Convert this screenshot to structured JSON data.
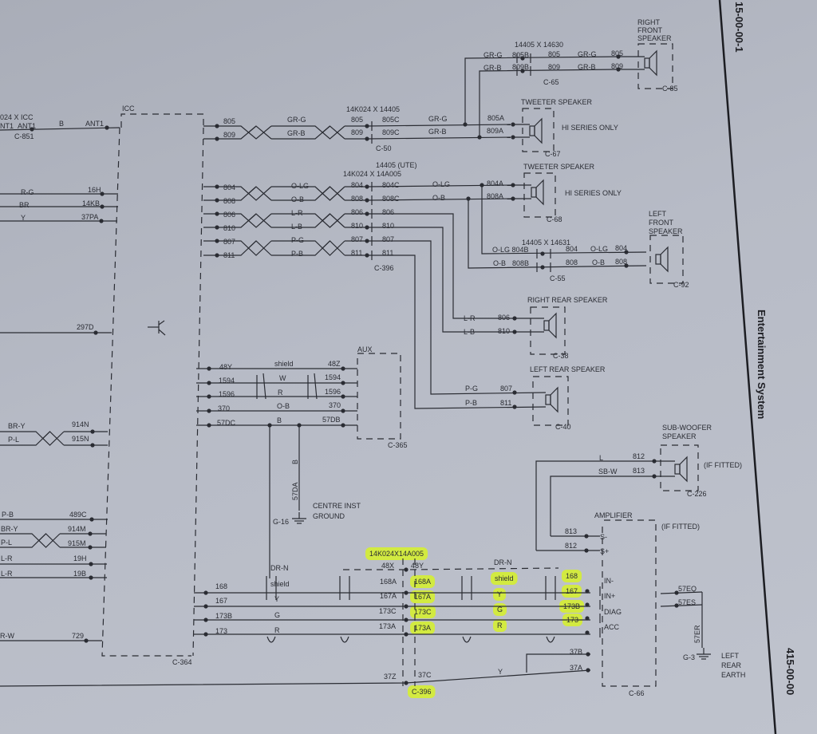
{
  "colors": {
    "paper": "#b7bbc6",
    "ink": "#2a2c33",
    "highlight": "#d5ee32"
  },
  "header": {
    "page_top": "15-00-00-1",
    "section_title": "Entertainment System",
    "page_bottom": "415-00-00"
  },
  "groups": {
    "icc_left": [
      "024 X ICC",
      "NT1",
      "ANT1",
      "B",
      "ANT1",
      "C-851",
      "ICC",
      "R-G",
      "16H",
      "BR",
      "14KB",
      "Y",
      "37PA",
      "297D",
      "BR-Y",
      "914N",
      "P-L",
      "915N",
      "P-B",
      "489C",
      "BR-Y",
      "914M",
      "P-L",
      "915M",
      "L-R",
      "19H",
      "L-R",
      "19B",
      "R-W",
      "729",
      "C-364"
    ],
    "front_right": [
      "805",
      "809",
      "GR-G",
      "GR-B",
      "14K024 X 14405",
      "805",
      "805C",
      "809",
      "809C",
      "C-50",
      "GR-G",
      "GR-B",
      "805A",
      "809A",
      "TWEETER SPEAKER",
      "HI SERIES ONLY",
      "C-67",
      "14405 X 14630",
      "GR-G",
      "805B",
      "805",
      "GR-B",
      "809B",
      "809",
      "C-65",
      "GR-G",
      "GR-B",
      "805",
      "809",
      "RIGHT",
      "FRONT",
      "SPEAKER",
      "C-85"
    ],
    "front_left": [
      "14405 (UTE)",
      "14K024 X 14A005",
      "804",
      "808",
      "806",
      "810",
      "807",
      "811",
      "O-LG",
      "O-B",
      "L-R",
      "L-B",
      "P-G",
      "P-B",
      "804",
      "804C",
      "808",
      "808C",
      "806",
      "806",
      "810",
      "810",
      "807",
      "807",
      "811",
      "811",
      "C-396",
      "O-LG",
      "O-B",
      "804A",
      "808A",
      "TWEETER SPEAKER",
      "HI SERIES ONLY",
      "C-68",
      "14405 X 14631",
      "O-LG 804B",
      "O-B",
      "808B",
      "804",
      "O-LG",
      "804",
      "808",
      "O-B",
      "808",
      "C-55",
      "LEFT",
      "FRONT",
      "SPEAKER",
      "C-92"
    ],
    "rear": [
      "RIGHT REAR SPEAKER",
      "L-R",
      "806",
      "L-B",
      "810",
      "C-38",
      "LEFT REAR SPEAKER",
      "P-G",
      "807",
      "P-B",
      "811",
      "C-40"
    ],
    "aux": [
      "48Y",
      "1594",
      "1596",
      "370",
      "57DC",
      "shield",
      "W",
      "R",
      "O-B",
      "B",
      "48Z",
      "1594",
      "1596",
      "370",
      "57DB",
      "AUX",
      "C-365",
      "B",
      "57DA",
      "CENTRE INST",
      "GROUND",
      "G-16"
    ],
    "amp": [
      "14K024X14A005",
      "48X",
      "48Y",
      "DR-N",
      "shield",
      "Y",
      "G",
      "R",
      "168",
      "167",
      "173B",
      "173",
      "168A",
      "167A",
      "173C",
      "173A",
      "168A",
      "167A",
      "173C",
      "173A",
      "DR-N",
      "shield",
      "Y",
      "G",
      "R",
      "168",
      "167",
      "173B",
      "173",
      "IN-",
      "IN+",
      "DIAG",
      "ACC",
      "37B",
      "37A",
      "37Z",
      "37C",
      "Y",
      "C-396",
      "C-66",
      "AMPLIFIER",
      "(IF FITTED)",
      "813",
      "S-",
      "812",
      "S+"
    ],
    "sub": [
      "SUB-WOOFER",
      "SPEAKER",
      "L",
      "812",
      "SB-W",
      "813",
      "(IF FITTED)",
      "C-226"
    ],
    "earth": [
      "57EQ",
      "57ES",
      "57ER",
      "G-3",
      "LEFT",
      "REAR",
      "EARTH"
    ]
  }
}
